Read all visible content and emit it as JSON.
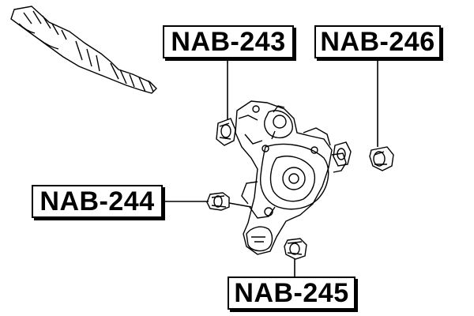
{
  "labels": {
    "nab243": "NAB-243",
    "nab246": "NAB-246",
    "nab244": "NAB-244",
    "nab245": "NAB-245"
  },
  "colors": {
    "line": "#000000",
    "background": "#ffffff"
  }
}
